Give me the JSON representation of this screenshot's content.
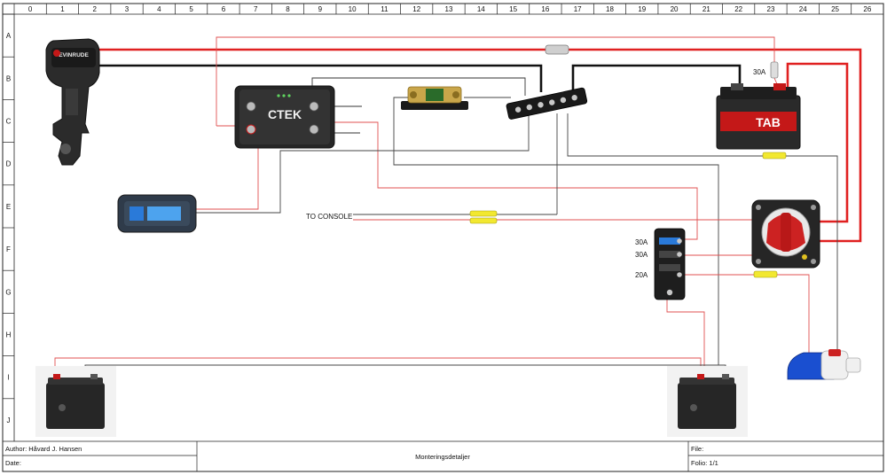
{
  "grid": {
    "columns": [
      "0",
      "1",
      "2",
      "3",
      "4",
      "5",
      "6",
      "7",
      "8",
      "9",
      "10",
      "11",
      "12",
      "13",
      "14",
      "15",
      "16",
      "17",
      "18",
      "19",
      "20",
      "21",
      "22",
      "23",
      "24",
      "25",
      "26"
    ],
    "rows": [
      "A",
      "B",
      "C",
      "D",
      "E",
      "F",
      "G",
      "H",
      "I",
      "J"
    ]
  },
  "components": {
    "engine_brand": "EVINRUDE",
    "charger_brand": "CTEK",
    "battery_brand": "TAB",
    "to_console": "TO CONSOLE",
    "fuse_main": "30A",
    "fuse_block": [
      "30A",
      "30A",
      "20A"
    ]
  },
  "title_block": {
    "author": "Author: Håvard J. Hansen",
    "date": "Date:",
    "title": "Monteringsdetaljer",
    "file": "File:",
    "folio": "Folio: 1/1"
  },
  "colors": {
    "power_positive": "#e02020",
    "ground": "#111111",
    "signal_thin": "#e05050",
    "thin_gray": "#444444",
    "fuse_holder": "#f2e830"
  }
}
